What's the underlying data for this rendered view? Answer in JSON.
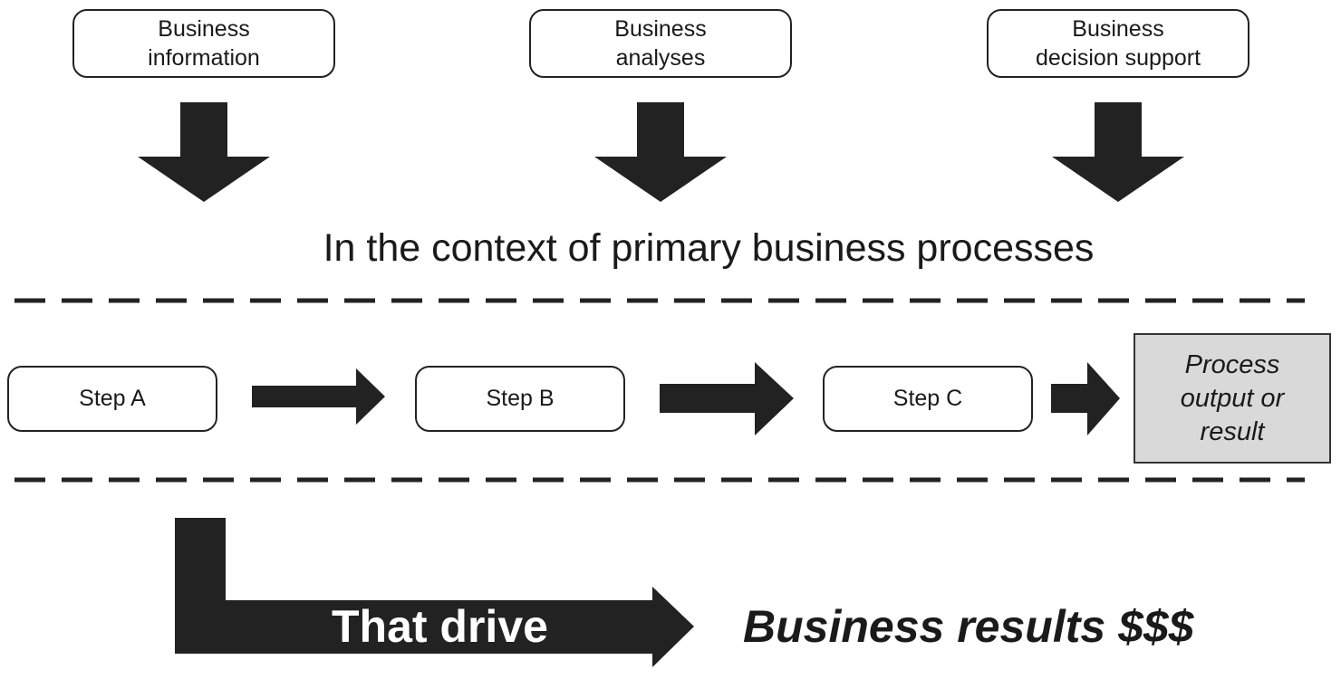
{
  "top_boxes": [
    {
      "label": "Business\ninformation"
    },
    {
      "label": "Business\nanalyses"
    },
    {
      "label": "Business\ndecision support"
    }
  ],
  "context_label": "In the context of primary business processes",
  "steps": [
    {
      "label": "Step A"
    },
    {
      "label": "Step B"
    },
    {
      "label": "Step C"
    }
  ],
  "result_box": {
    "label": "Process\noutput or\nresult"
  },
  "drive_label": "That drive",
  "results_label": "Business results $$$",
  "colors": {
    "arrow": "#222222",
    "result_fill": "#d9d9d9"
  }
}
